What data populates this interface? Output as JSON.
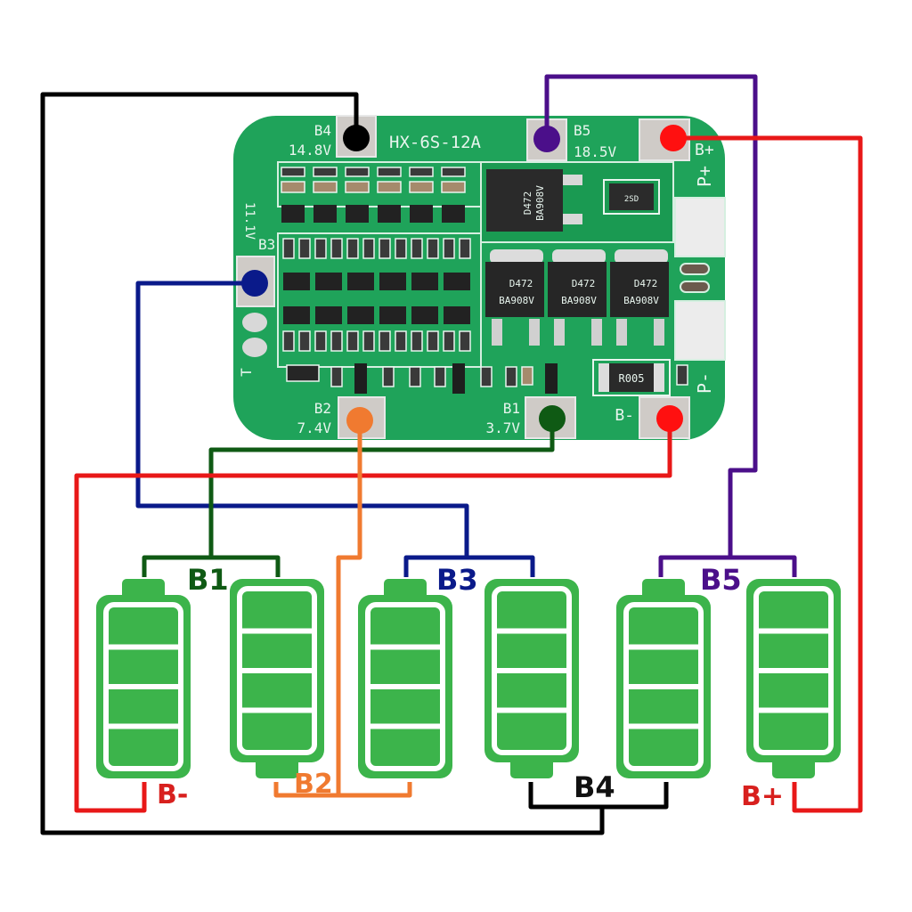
{
  "board": {
    "model": "HX-6S-12A",
    "pcb_color": "#1fa35a",
    "pads": [
      {
        "id": "B4",
        "label": "B4",
        "voltage": "14.8V",
        "wire_color": "#000000"
      },
      {
        "id": "B5",
        "label": "B5",
        "voltage": "18.5V",
        "wire_color": "#4b0f8a"
      },
      {
        "id": "Bplus",
        "label": "B+",
        "voltage": "",
        "wire_color": "#e81818"
      },
      {
        "id": "B3",
        "label": "B3",
        "voltage": "11.1V",
        "wire_color": "#0a1a8a"
      },
      {
        "id": "B2",
        "label": "B2",
        "voltage": "7.4V",
        "wire_color": "#f07a30"
      },
      {
        "id": "B1",
        "label": "B1",
        "voltage": "3.7V",
        "wire_color": "#0f5a14"
      },
      {
        "id": "Bminus",
        "label": "B-",
        "voltage": "",
        "wire_color": "#e81818"
      }
    ],
    "terminals": {
      "p_plus": "P+",
      "p_minus": "P-",
      "temp": "T"
    },
    "components": {
      "mosfet_marking_1": "D472",
      "mosfet_marking_2": "BA908V",
      "shunt_resistor": "R005",
      "diode_marking": "2SD"
    }
  },
  "cells": {
    "count": 6,
    "connection_labels": [
      {
        "id": "Bminus",
        "text": "B-",
        "color": "#d8201e"
      },
      {
        "id": "B1",
        "text": "B1",
        "color": "#0f5a14"
      },
      {
        "id": "B2",
        "text": "B2",
        "color": "#f07a30"
      },
      {
        "id": "B3",
        "text": "B3",
        "color": "#0a1a8a"
      },
      {
        "id": "B4",
        "text": "B4",
        "color": "#111111"
      },
      {
        "id": "B5",
        "text": "B5",
        "color": "#4b0f8a"
      },
      {
        "id": "Bplus",
        "text": "B+",
        "color": "#d8201e"
      }
    ],
    "battery_color": "#3cb44b"
  }
}
